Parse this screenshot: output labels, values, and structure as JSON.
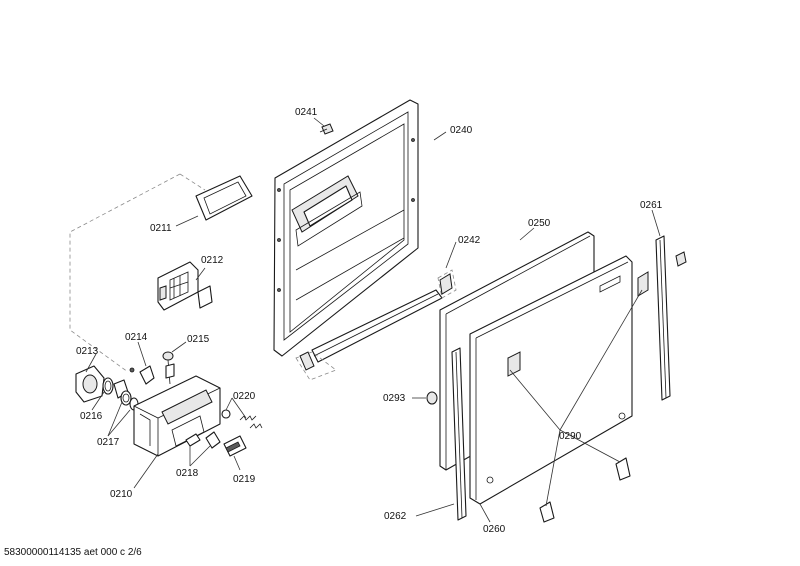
{
  "diagram": {
    "footer": "58300000114135 aet 000 c 2/6",
    "labels": {
      "p0241": "0241",
      "p0240": "0240",
      "p0211": "0211",
      "p0212": "0212",
      "p0242": "0242",
      "p0250": "0250",
      "p0261": "0261",
      "p0213": "0213",
      "p0214": "0214",
      "p0215": "0215",
      "p0216": "0216",
      "p0217": "0217",
      "p0220": "0220",
      "p0218": "0218",
      "p0219": "0219",
      "p0210": "0210",
      "p0293": "0293",
      "p0290": "0290",
      "p0262": "0262",
      "p0260": "0260"
    }
  }
}
